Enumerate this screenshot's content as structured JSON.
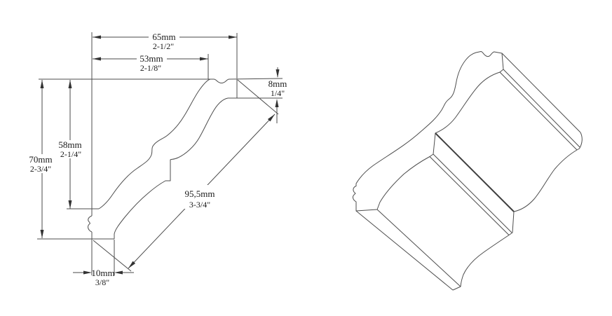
{
  "figure": {
    "title": "crown molding profile drawing",
    "background": "#ffffff",
    "line_color": "#4d4d4d",
    "text_color": "#1a1a1a",
    "views": {
      "left": "2d-cross-section-profile-with-dimensions",
      "right": "3d-isometric-view"
    }
  },
  "dimensions": {
    "width_total": {
      "mm": "65mm",
      "inch": "2-1/2\""
    },
    "width_top": {
      "mm": "53mm",
      "inch": "2-1/8\""
    },
    "edge_right": {
      "mm": "8mm",
      "inch": "1/4\""
    },
    "height_inner": {
      "mm": "58mm",
      "inch": "2-1/4\""
    },
    "height_total": {
      "mm": "70mm",
      "inch": "2-3/4\""
    },
    "face_diagonal": {
      "mm": "95,5mm",
      "inch": "3-3/4\""
    },
    "bottom_width": {
      "mm": "10mm",
      "inch": "3/8\""
    }
  }
}
